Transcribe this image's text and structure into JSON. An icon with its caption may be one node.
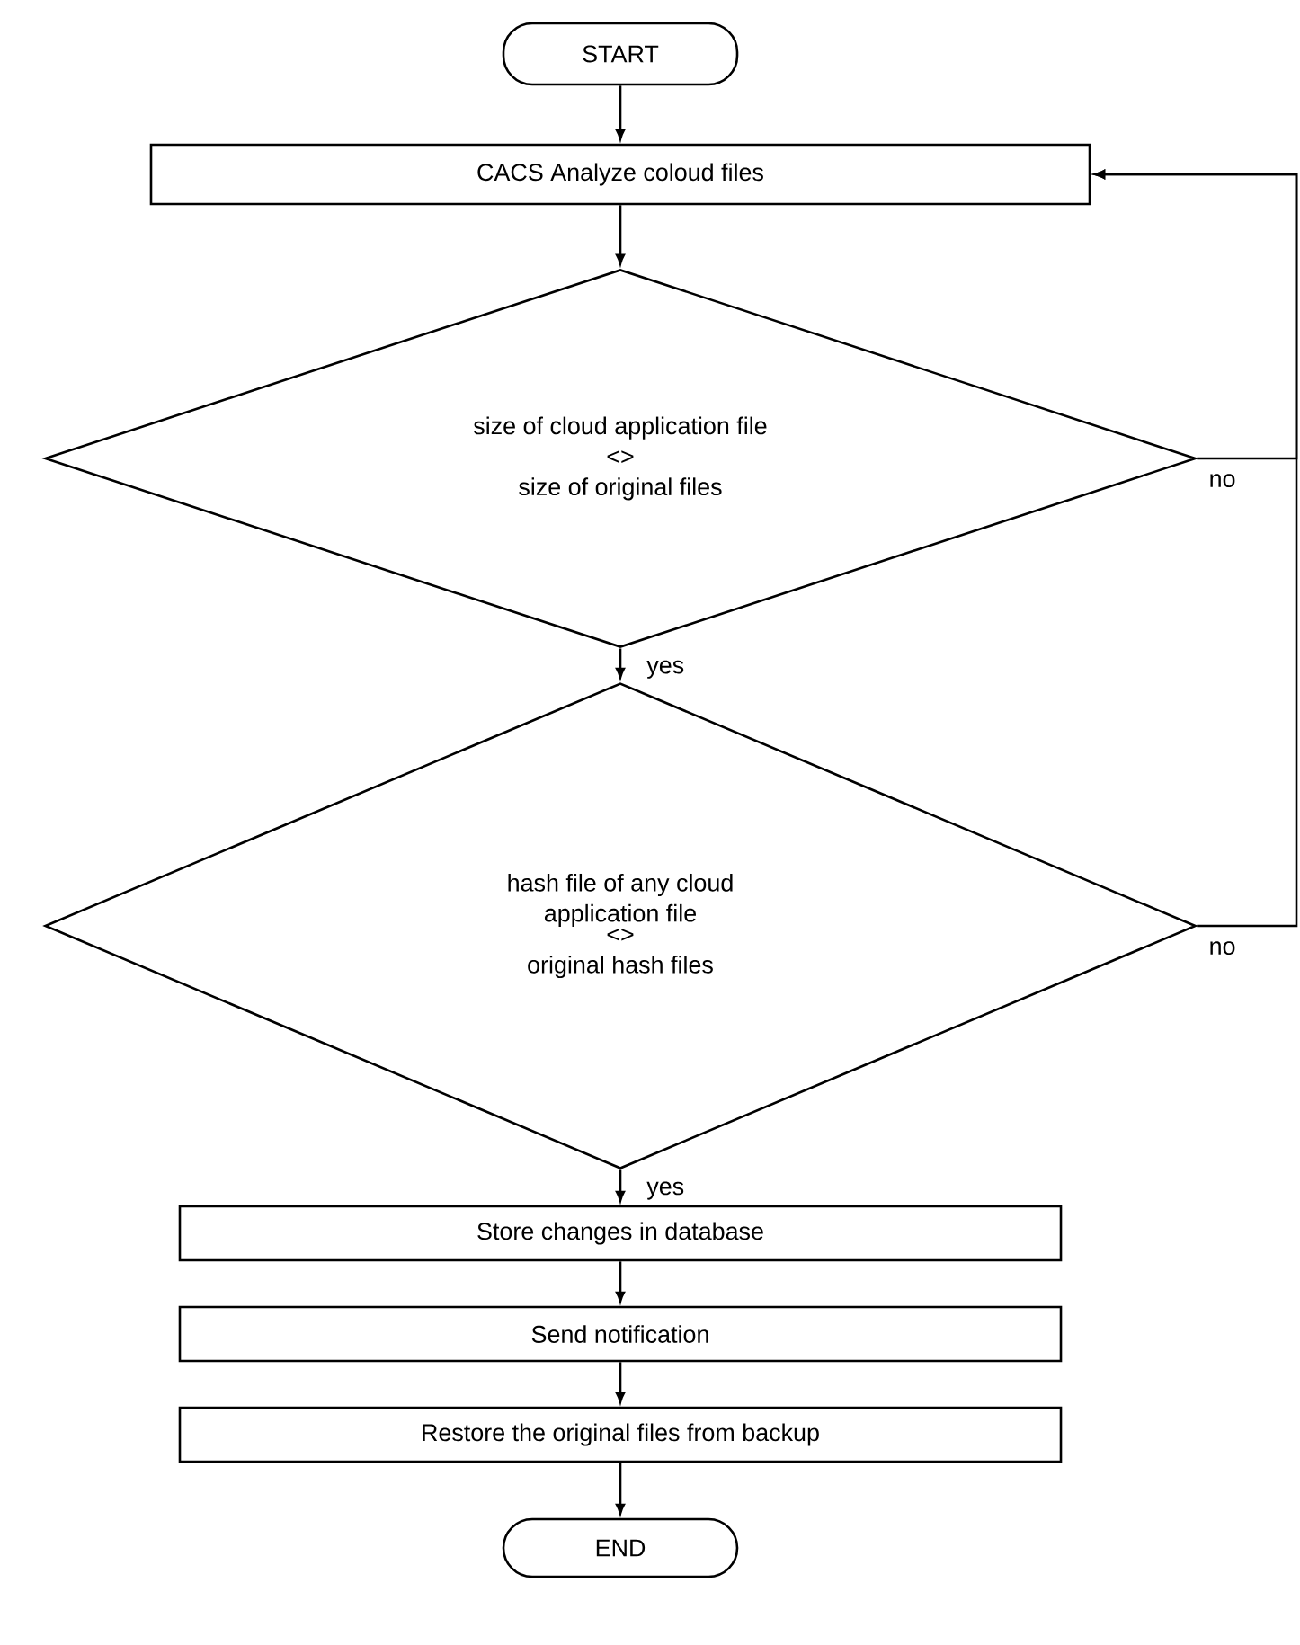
{
  "diagram": {
    "nodes": [
      {
        "text": [
          "START"
        ]
      },
      {
        "text": [
          "CACS Analyze coloud files"
        ]
      },
      {
        "text": [
          "size of cloud application file",
          "<>",
          "size of original files"
        ]
      },
      {
        "text": [
          "hash file of any cloud application file",
          "<>",
          "original hash files"
        ]
      },
      {
        "text": [
          "Store changes in database"
        ]
      },
      {
        "text": [
          "Send notification"
        ]
      },
      {
        "text": [
          "Restore the original files from backup"
        ]
      },
      {
        "text": [
          "END"
        ]
      }
    ],
    "edges": [
      {
        "from": 0,
        "to": 1,
        "arrow": "to"
      },
      {
        "from": 1,
        "to": 2,
        "arrow": "to"
      },
      {
        "from": 2,
        "to": 3,
        "arrow": "to",
        "label": "yes"
      },
      {
        "from": 2,
        "to": 1,
        "arrow": "to",
        "label": "no"
      },
      {
        "from": 3,
        "to": 4,
        "arrow": "to",
        "label": "yes"
      },
      {
        "from": 3,
        "to": 1,
        "arrow": "to",
        "label": "no"
      },
      {
        "from": 4,
        "to": 5,
        "arrow": "to"
      },
      {
        "from": 5,
        "to": 6,
        "arrow": "to"
      },
      {
        "from": 6,
        "to": 7,
        "arrow": "to"
      }
    ]
  }
}
